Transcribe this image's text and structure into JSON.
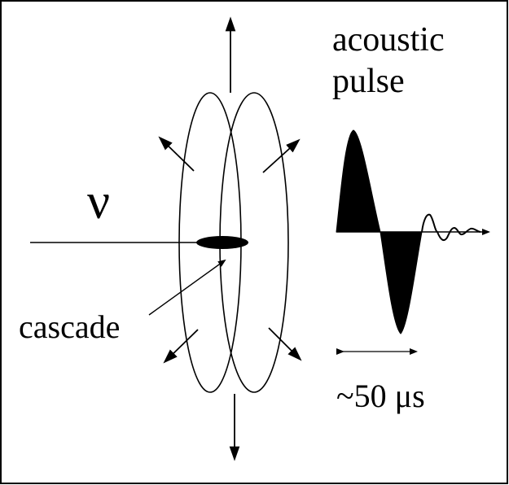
{
  "labels": {
    "neutrino_symbol": "ν",
    "cascade": "cascade",
    "pulse_title_line1": "acoustic",
    "pulse_title_line2": "pulse",
    "duration": "~50 μs"
  },
  "colors": {
    "background": "#ffffff",
    "ink": "#000000"
  }
}
